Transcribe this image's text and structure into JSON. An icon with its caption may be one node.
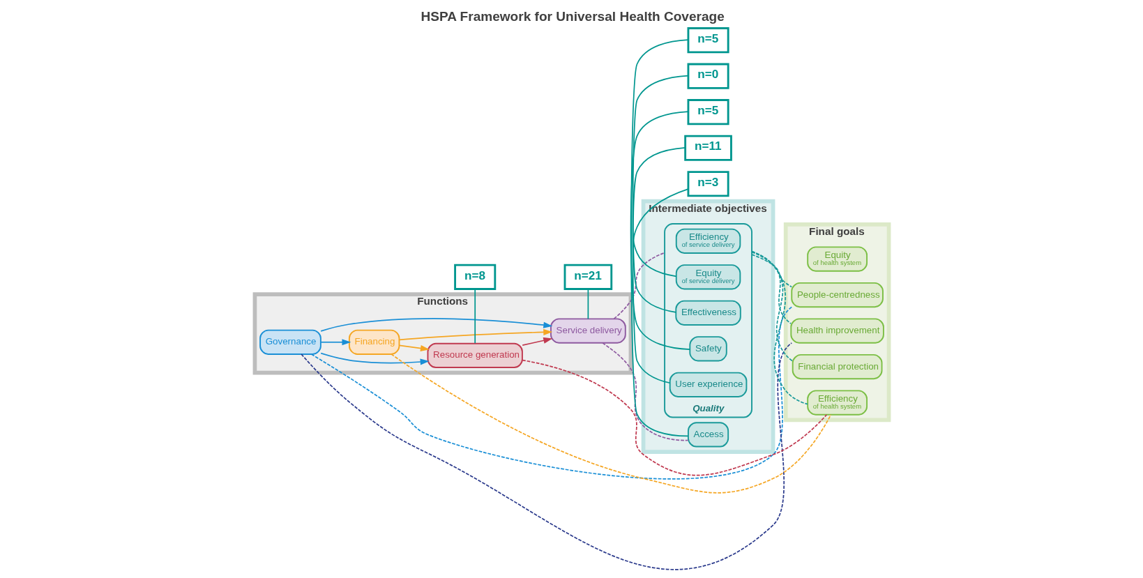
{
  "diagram": {
    "title": "HSPA Framework for Universal Health Coverage",
    "nodes": [
      {
        "text": [
          "Functions"
        ]
      },
      {
        "text": [
          "Intermediate objectives"
        ]
      },
      {
        "text": [
          "Final goals"
        ]
      },
      {
        "text": [
          "Governance"
        ],
        "in": 0
      },
      {
        "text": [
          "Resource generation"
        ],
        "in": 0
      },
      {
        "text": [
          "Service delivery"
        ],
        "in": 0
      },
      {
        "text": [
          "Financing"
        ],
        "in": 0
      },
      {
        "text": [
          "Quality"
        ],
        "in": 1
      },
      {
        "text": [
          "Efficiency",
          "of service delivery"
        ],
        "in": 7
      },
      {
        "text": [
          "Equity",
          "of service delivery"
        ],
        "in": 7
      },
      {
        "text": [
          "Effectiveness"
        ],
        "in": 7
      },
      {
        "text": [
          "Safety"
        ],
        "in": 7
      },
      {
        "text": [
          "User experience"
        ],
        "in": 7
      },
      {
        "text": [
          "Access"
        ],
        "in": 1
      },
      {
        "text": [
          "Efficiency",
          "of health system"
        ],
        "in": 2
      },
      {
        "text": [
          "Equity",
          "of health system"
        ],
        "in": 2
      },
      {
        "text": [
          "People-centredness"
        ],
        "in": 2
      },
      {
        "text": [
          "Health improvement"
        ],
        "in": 2
      },
      {
        "text": [
          "Financial protection"
        ],
        "in": 2
      },
      {
        "text": [
          "n=8"
        ]
      },
      {
        "text": [
          "n=21"
        ]
      },
      {
        "text": [
          "n=3"
        ]
      },
      {
        "text": [
          "n=11"
        ]
      },
      {
        "text": [
          "n=5"
        ]
      },
      {
        "text": [
          "n=0"
        ]
      },
      {
        "text": [
          "n=5"
        ]
      }
    ],
    "edges": [
      {
        "from": 3,
        "to": 4,
        "arrow": "to",
        "color": "#1a8fd6"
      },
      {
        "from": 3,
        "to": 5,
        "arrow": "to",
        "color": "#1a8fd6"
      },
      {
        "from": 3,
        "to": 6,
        "arrow": "to",
        "color": "#1a8fd6"
      },
      {
        "from": 4,
        "to": 5,
        "arrow": "to",
        "color": "#c0394f"
      },
      {
        "from": 6,
        "to": 4,
        "arrow": "to",
        "color": "#f5a623"
      },
      {
        "from": 6,
        "to": 5,
        "arrow": "to",
        "color": "#f5a623"
      },
      {
        "from": 3,
        "to": 16,
        "arrow": "none",
        "style": "dashed",
        "color": "#1a8fd6"
      },
      {
        "from": 4,
        "to": 14,
        "arrow": "none",
        "style": "dashed",
        "color": "#c0394f"
      },
      {
        "from": 6,
        "to": 14,
        "arrow": "none",
        "style": "dashed",
        "color": "#f5a623"
      },
      {
        "from": 5,
        "to": 7,
        "arrow": "none",
        "style": "dashed",
        "color": "#8e5aa0"
      },
      {
        "from": 5,
        "to": 13,
        "arrow": "none",
        "style": "dashed",
        "color": "#8e5aa0"
      },
      {
        "from": 7,
        "to": 14,
        "arrow": "none",
        "style": "dashed",
        "color": "#1a9a9a"
      },
      {
        "from": 7,
        "to": 16,
        "arrow": "none",
        "style": "dashed",
        "color": "#1a9a9a"
      },
      {
        "from": 7,
        "to": 17,
        "arrow": "none",
        "style": "dashed",
        "color": "#1a9a9a"
      },
      {
        "from": 7,
        "to": 18,
        "arrow": "none",
        "style": "dashed",
        "color": "#1a9a9a"
      },
      {
        "from": 3,
        "to": 17,
        "arrow": "none",
        "style": "dashed",
        "color": "#2b3a8c"
      },
      {
        "from": 19,
        "to": 4,
        "arrow": "none",
        "color": "#00968f"
      },
      {
        "from": 20,
        "to": 5,
        "arrow": "none",
        "color": "#00968f"
      },
      {
        "from": 21,
        "to": 9,
        "arrow": "none",
        "color": "#00968f"
      },
      {
        "from": 22,
        "to": 10,
        "arrow": "none",
        "color": "#00968f"
      },
      {
        "from": 23,
        "to": 11,
        "arrow": "none",
        "color": "#00968f"
      },
      {
        "from": 24,
        "to": 12,
        "arrow": "none",
        "color": "#00968f"
      },
      {
        "from": 25,
        "to": 13,
        "arrow": "none",
        "color": "#00968f"
      }
    ]
  }
}
